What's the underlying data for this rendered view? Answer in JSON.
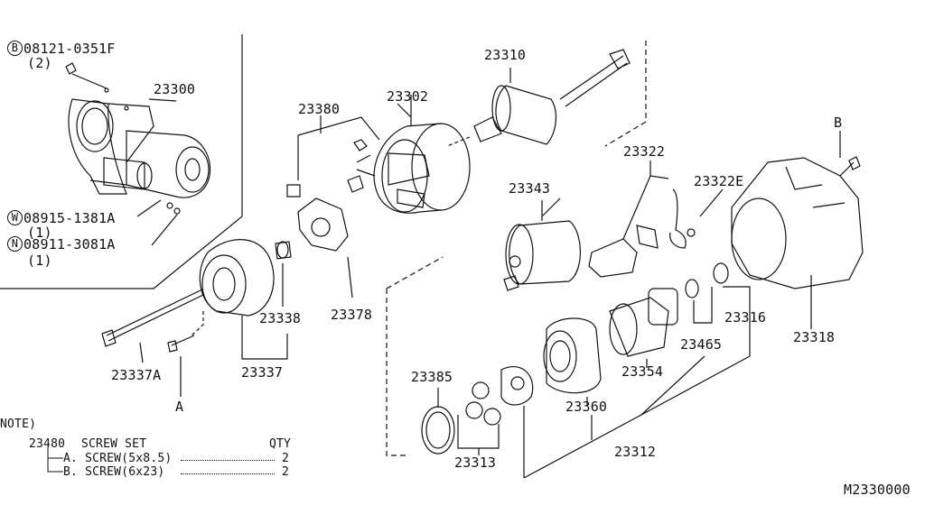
{
  "parts": {
    "p08121": {
      "circle": "B",
      "number": "08121-0351F",
      "qty": "(2)"
    },
    "p08915": {
      "circle": "W",
      "number": "08915-1381A",
      "qty": "(1)"
    },
    "p08911": {
      "circle": "N",
      "number": "08911-3081A",
      "qty": "(1)"
    },
    "p23300": "23300",
    "p23380": "23380",
    "p23302": "23302",
    "p23310": "23310",
    "p23322": "23322",
    "p23322E": "23322E",
    "p23343": "23343",
    "p23338": "23338",
    "p23378": "23378",
    "p23337A": "23337A",
    "p23337": "23337",
    "p23316": "23316",
    "p23318": "23318",
    "p23465": "23465",
    "p23354": "23354",
    "p23385": "23385",
    "p23360": "23360",
    "p23312": "23312",
    "p23313": "23313"
  },
  "refs": {
    "a": "A",
    "b": "B"
  },
  "note": {
    "title": "NOTE)",
    "code": "23480",
    "set": "SCREW SET",
    "qty_header": "QTY",
    "rows": [
      {
        "label": "A. SCREW(5x8.5)",
        "qty": "2"
      },
      {
        "label": "B. SCREW(6x23)",
        "qty": "2"
      }
    ]
  },
  "diagram_id": "M2330000"
}
